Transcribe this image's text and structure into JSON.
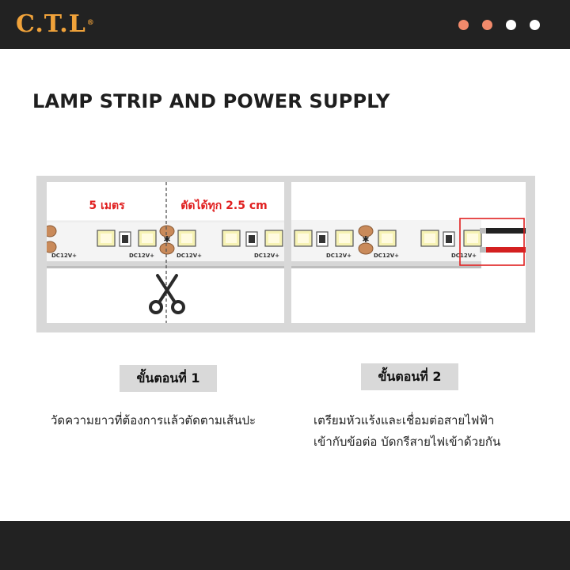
{
  "header": {
    "logo_text": "C.T.L",
    "logo_mark": "®",
    "logo_color": "#f0a23a",
    "dots": [
      {
        "name": "dot-1",
        "color": "#f28a6b"
      },
      {
        "name": "dot-2",
        "color": "#f28a6b"
      },
      {
        "name": "dot-3",
        "color": "#ffffff"
      },
      {
        "name": "dot-4",
        "color": "#ffffff"
      }
    ]
  },
  "page": {
    "title": "LAMP STRIP AND POWER SUPPLY"
  },
  "left_panel": {
    "length_label": "5 เมตร",
    "cut_label": "ตัดได้ทุก 2.5 cm",
    "strip_marking": "DC12V+",
    "icon": "scissors-icon"
  },
  "right_panel": {
    "strip_marking": "DC12V+",
    "highlight_color": "#e02020"
  },
  "steps": [
    {
      "label": "ขั้นตอนที่ 1",
      "description_lines": [
        "วัดความยาวที่ต้องการแล้วตัดตามเส้นปะ"
      ]
    },
    {
      "label": "ขั้นตอนที่ 2",
      "description_lines": [
        "เตรียมหัวแร้งและเชื่อมต่อสายไฟฟ้า",
        "เข้ากับข้อต่อ บัดกรีสายไฟเข้าด้วยกัน"
      ]
    }
  ]
}
